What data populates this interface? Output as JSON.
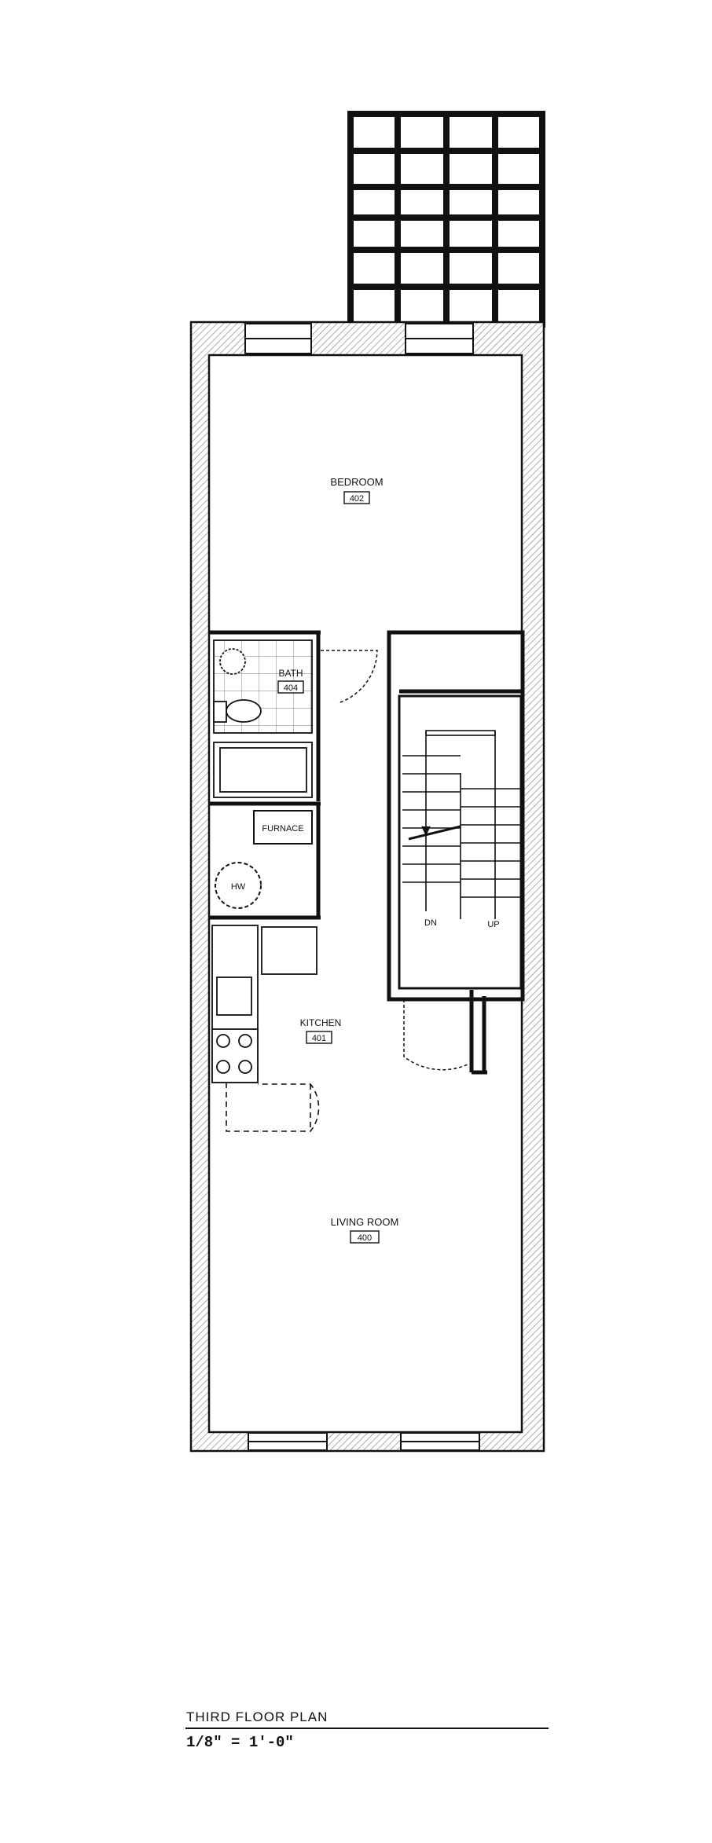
{
  "rooms": {
    "bedroom": {
      "name": "BEDROOM",
      "number": "402"
    },
    "bath": {
      "name": "BATH",
      "number": "404"
    },
    "furnace": {
      "name": "FURNACE"
    },
    "water_heater": {
      "name": "HW"
    },
    "kitchen": {
      "name": "KITCHEN",
      "number": "401"
    },
    "living": {
      "name": "LIVING ROOM",
      "number": "400"
    }
  },
  "stair": {
    "down_label": "DN",
    "up_label": "UP"
  },
  "caption": {
    "title": "THIRD FLOOR PLAN",
    "scale": "1/8\" = 1'-0\""
  },
  "colors": {
    "ink": "#111111",
    "hatch": "#7a7a7a"
  }
}
